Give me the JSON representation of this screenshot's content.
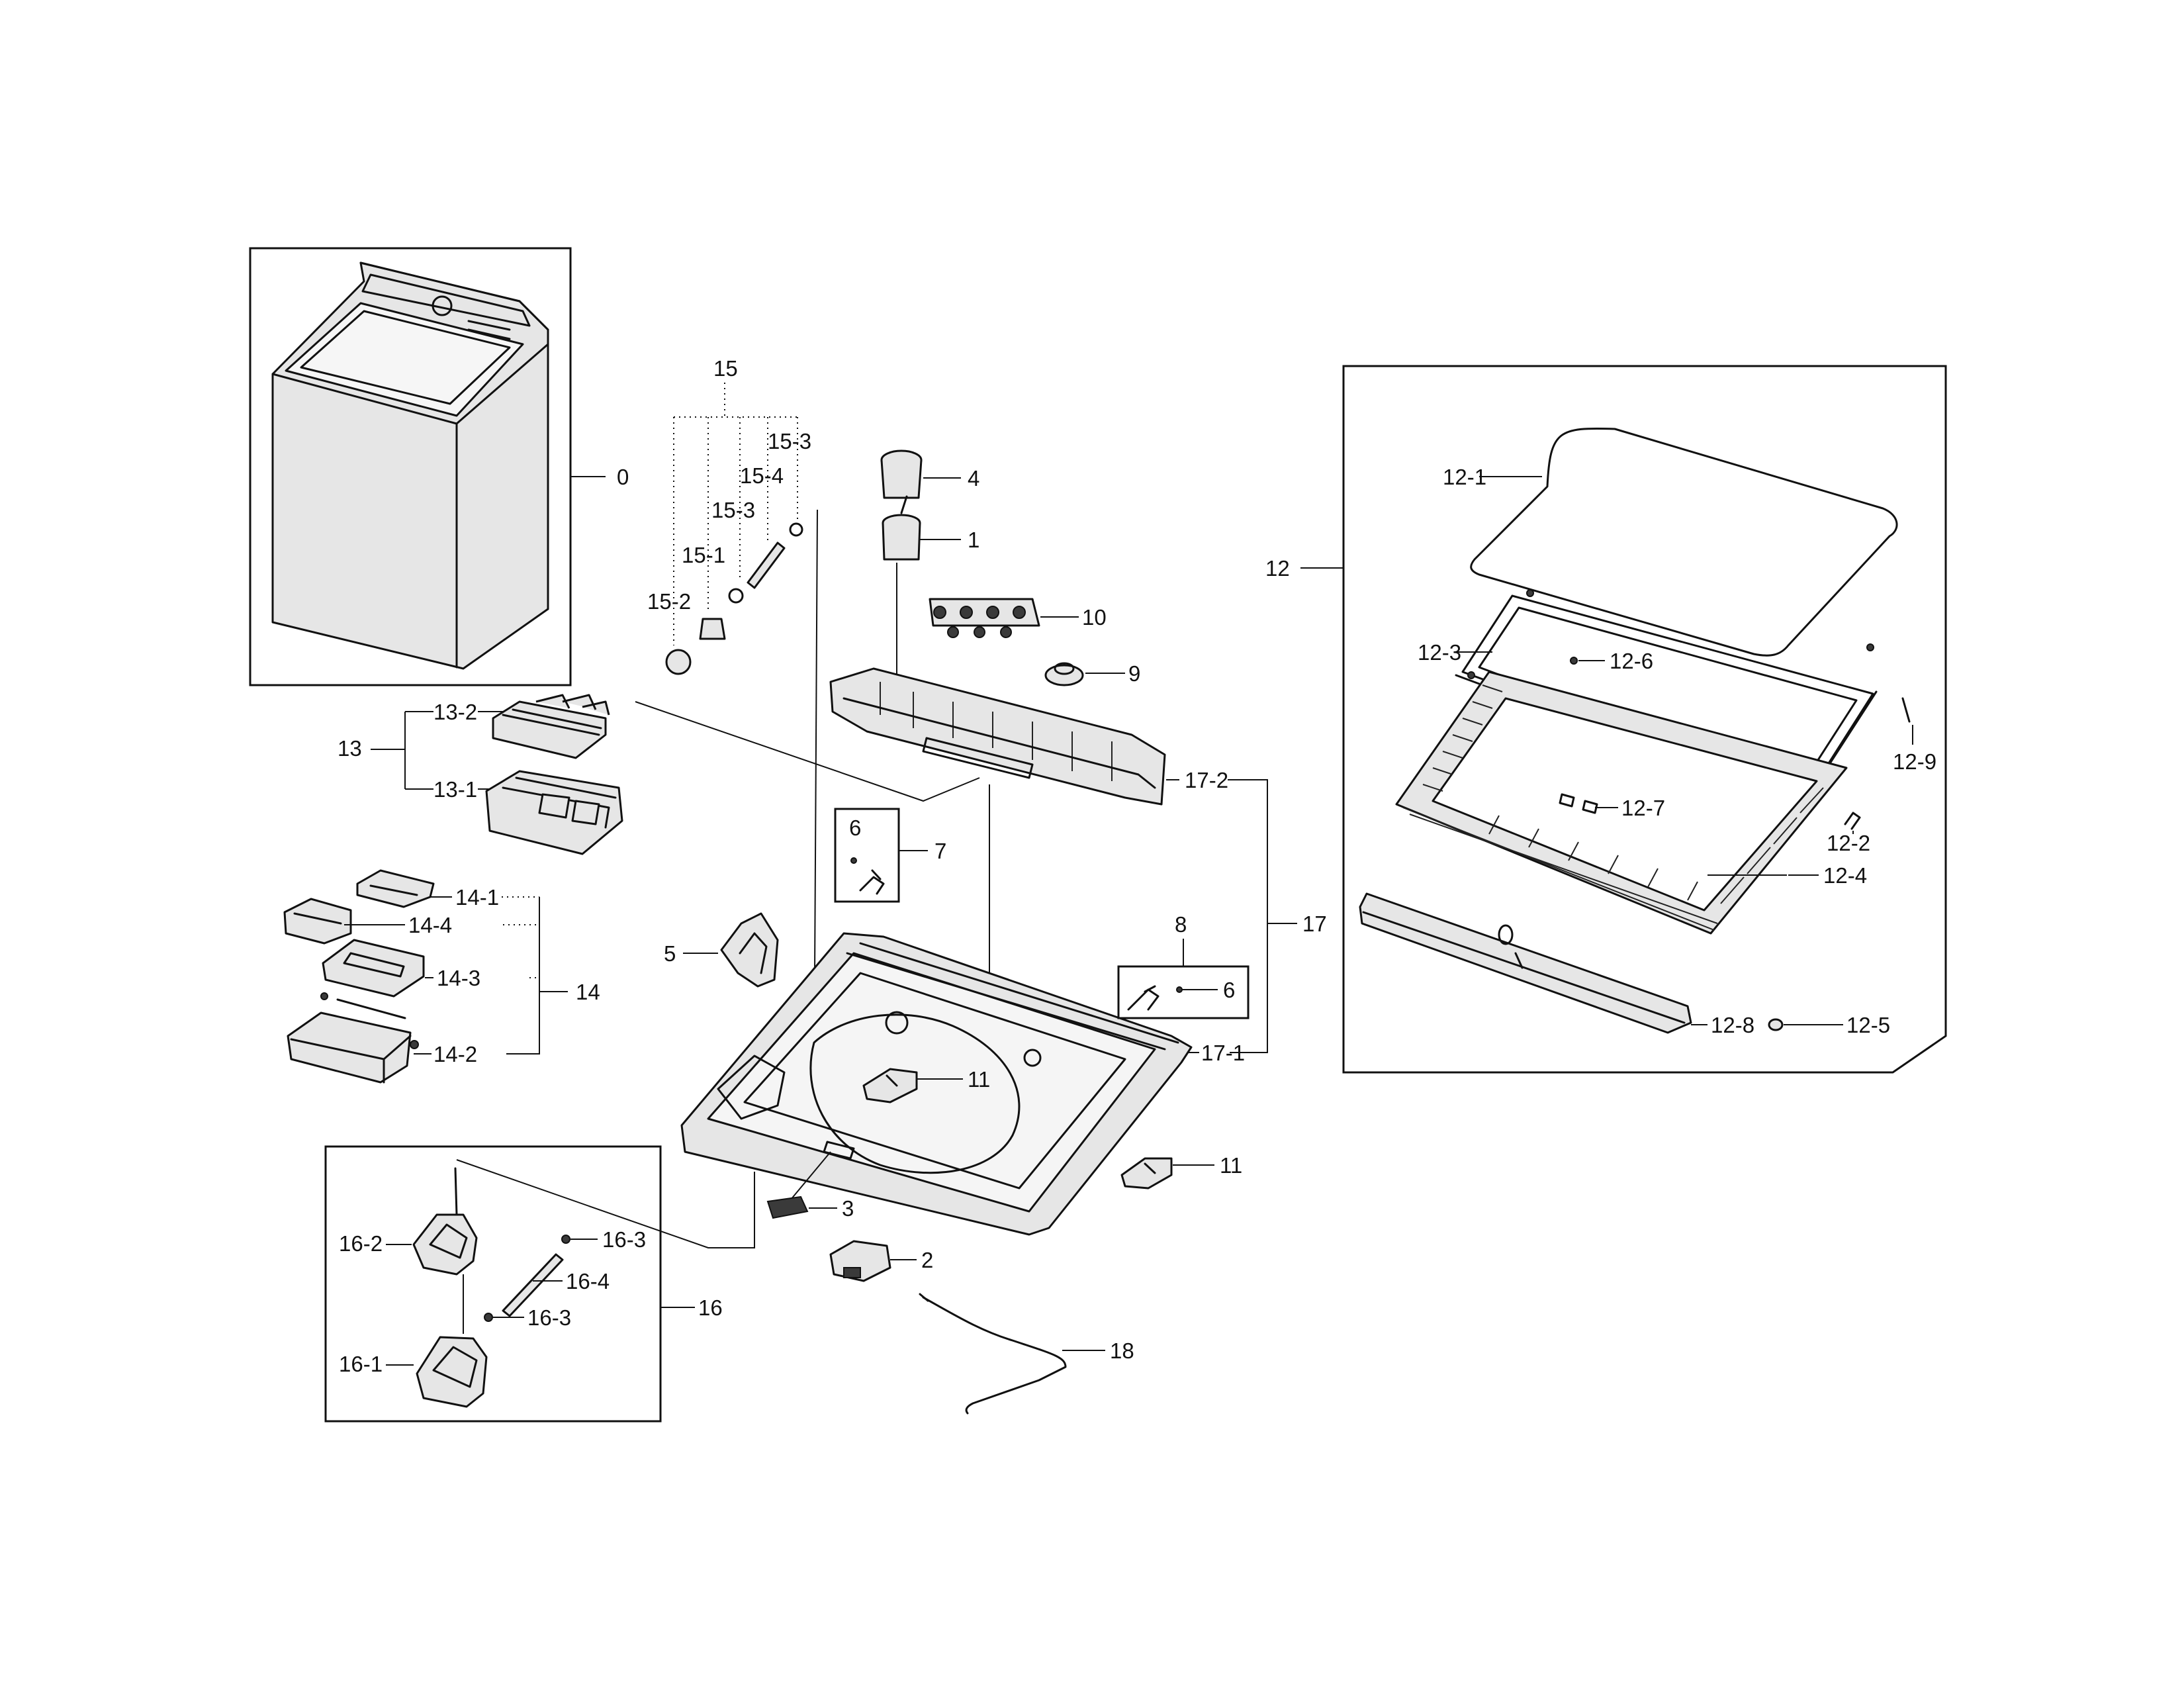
{
  "callouts": {
    "c0": "0",
    "c1": "1",
    "c2": "2",
    "c3": "3",
    "c4": "4",
    "c5": "5",
    "c6a": "6",
    "c6b": "6",
    "c7": "7",
    "c8": "8",
    "c9": "9",
    "c10": "10",
    "c11a": "11",
    "c11b": "11",
    "c12": "12",
    "c12_1": "12-1",
    "c12_2": "12-2",
    "c12_3": "12-3",
    "c12_4": "12-4",
    "c12_5": "12-5",
    "c12_6": "12-6",
    "c12_7": "12-7",
    "c12_8": "12-8",
    "c12_9": "12-9",
    "c13": "13",
    "c13_1": "13-1",
    "c13_2": "13-2",
    "c14": "14",
    "c14_1": "14-1",
    "c14_2": "14-2",
    "c14_3": "14-3",
    "c14_4": "14-4",
    "c15": "15",
    "c15_1": "15-1",
    "c15_2": "15-2",
    "c15_3a": "15-3",
    "c15_3b": "15-3",
    "c15_4": "15-4",
    "c16": "16",
    "c16_1": "16-1",
    "c16_2": "16-2",
    "c16_3a": "16-3",
    "c16_3b": "16-3",
    "c16_4": "16-4",
    "c17": "17",
    "c17_1": "17-1",
    "c17_2": "17-2",
    "c18": "18"
  }
}
